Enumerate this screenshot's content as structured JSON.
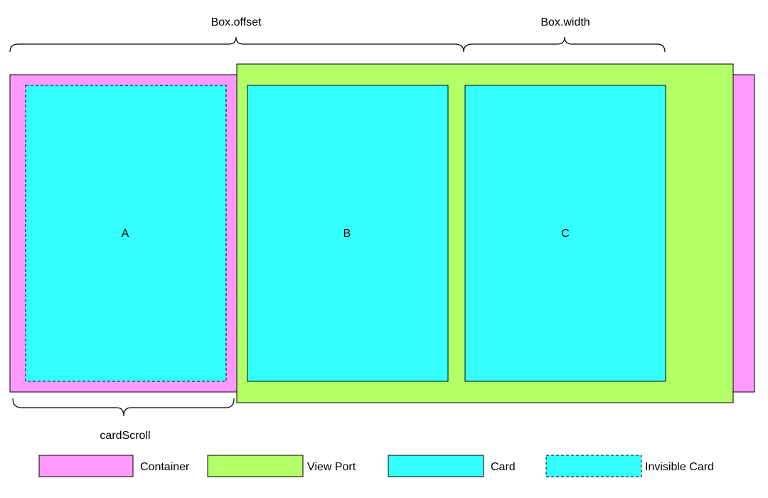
{
  "labels": {
    "box_offset": "Box.offset",
    "box_width": "Box.width",
    "card_scroll": "cardScroll"
  },
  "cards": [
    {
      "label": "A",
      "visible": false
    },
    {
      "label": "B",
      "visible": true
    },
    {
      "label": "C",
      "visible": true
    }
  ],
  "legend": [
    {
      "label": "Container",
      "color": "#ff99ff",
      "dashed": false
    },
    {
      "label": "View Port",
      "color": "#b3ff66",
      "dashed": false
    },
    {
      "label": "Card",
      "color": "#33ffff",
      "dashed": false
    },
    {
      "label": "Invisible Card",
      "color": "#33ffff",
      "dashed": true
    }
  ],
  "colors": {
    "container": "#ff99ff",
    "viewport": "#b3ff66",
    "card": "#33ffff",
    "stroke": "#000000"
  }
}
